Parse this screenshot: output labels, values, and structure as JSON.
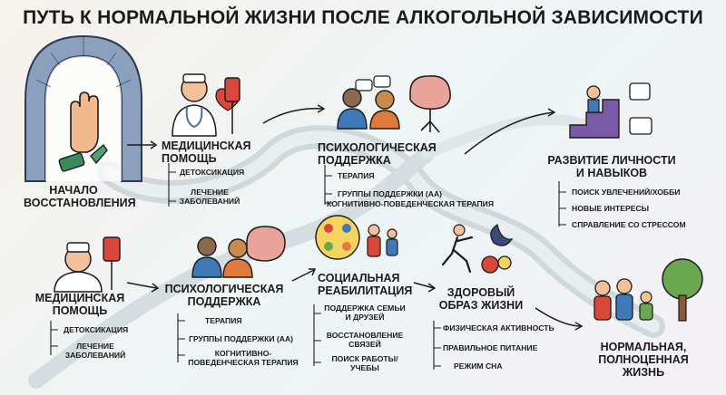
{
  "title": "ПУТЬ К НОРМАЛЬНОЙ ЖИЗНИ ПОСЛЕ АЛКОГОЛЬНОЙ ЗАВИСИМОСТИ",
  "start": {
    "label_line1": "НАЧАЛО",
    "label_line2": "ВОССТАНОВЛЕНИЯ"
  },
  "medical_top": {
    "title_line1": "МЕДИЦИНСКАЯ",
    "title_line2": "ПОМОЩЬ",
    "items": [
      "ДЕТОКСИКАЦИЯ",
      "ЛЕЧЕНИЕ",
      "ЗАБОЛЕВАНИЙ"
    ]
  },
  "psych_top": {
    "title_line1": "ПСИХОЛОГИЧЕСКАЯ",
    "title_line2": "ПОДДЕРЖКА",
    "items": [
      "ТЕРАПИЯ",
      "ГРУППЫ ПОДДЕРЖКИ (АА)",
      "КОГНИТИВНО-ПОВЕДЕНЧЕСКАЯ ТЕРАПИЯ"
    ]
  },
  "development": {
    "title_line1": "РАЗВИТИЕ ЛИЧНОСТИ",
    "title_line2": "И НАВЫКОВ",
    "items": [
      "ПОИСК УВЛЕЧЕНИЙ/ХОББИ",
      "НОВЫЕ ИНТЕРЕСЫ",
      "СПРАВЛЕНИЕ СО СТРЕССОМ"
    ]
  },
  "medical_bottom": {
    "title_line1": "МЕДИЦИНСКАЯ",
    "title_line2": "ПОМОЩЬ",
    "items": [
      "ДЕТОКСИКАЦИЯ",
      "ЛЕЧЕНИЕ",
      "ЗАБОЛЕВАНИЙ"
    ]
  },
  "psych_bottom": {
    "title_line1": "ПСИХОЛОГИЧЕСКАЯ",
    "title_line2": "ПОДДЕРЖКА",
    "items": [
      "ТЕРАПИЯ",
      "ГРУППЫ ПОДДЕРЖКИ (АА)",
      "КОГНИТИВНО-",
      "ПОВЕДЕНЧЕСКАЯ ТЕРАПИЯ"
    ]
  },
  "social": {
    "title_line1": "СОЦИАЛЬНАЯ",
    "title_line2": "РЕАБИЛИТАЦИЯ",
    "items": [
      "ПОДДЕРЖКА СЕМЬИ",
      "И ДРУЗЕЙ",
      "ВОССТАНОВЛЕНИЕ",
      "СВЯЗЕЙ",
      "ПОИСК РАБОТЫ/",
      "УЧЕБЫ"
    ]
  },
  "healthy": {
    "title_line1": "ЗДОРОВЫЙ",
    "title_line2": "ОБРАЗ ЖИЗНИ",
    "items": [
      "ФИЗИЧЕСКАЯ АКТИВНОСТЬ",
      "ПРАВИЛЬНОЕ ПИТАНИЕ",
      "РЕЖИМ СНА"
    ]
  },
  "goal": {
    "title_line1": "НОРМАЛЬНАЯ,",
    "title_line2": "ПОЛНОЦЕННАЯ",
    "title_line3": "ЖИЗНЬ"
  },
  "colors": {
    "ink": "#1b1b1b",
    "road": "#c9d3d6",
    "arch": "#7f95b3",
    "accent_red": "#d9483b",
    "leaf_green": "#6aa84f"
  }
}
